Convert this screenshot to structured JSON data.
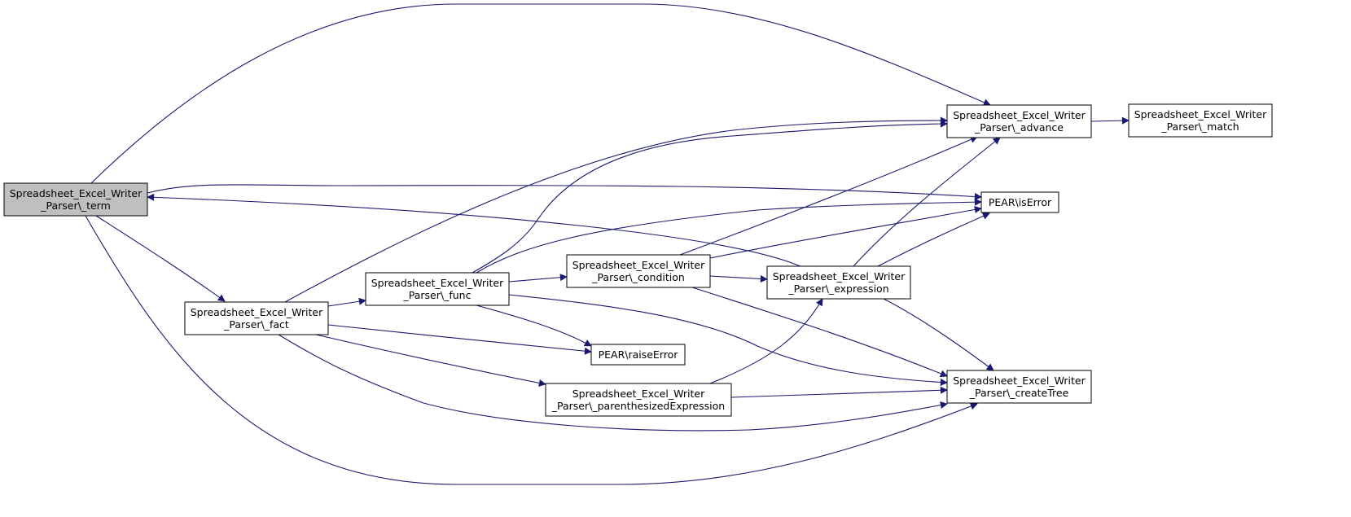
{
  "colors": {
    "edge": "#191970",
    "node_fill": "#ffffff",
    "root_fill": "#bfbfbf",
    "border": "#000000"
  },
  "nodes": [
    {
      "id": "term",
      "lines": [
        "Spreadsheet_Excel_Writer",
        "_Parser\\_term"
      ],
      "root": true
    },
    {
      "id": "fact",
      "lines": [
        "Spreadsheet_Excel_Writer",
        "_Parser\\_fact"
      ]
    },
    {
      "id": "func",
      "lines": [
        "Spreadsheet_Excel_Writer",
        "_Parser\\_func"
      ]
    },
    {
      "id": "condition",
      "lines": [
        "Spreadsheet_Excel_Writer",
        "_Parser\\_condition"
      ]
    },
    {
      "id": "expression",
      "lines": [
        "Spreadsheet_Excel_Writer",
        "_Parser\\_expression"
      ]
    },
    {
      "id": "parenthesized",
      "lines": [
        "Spreadsheet_Excel_Writer",
        "_Parser\\_parenthesizedExpression"
      ]
    },
    {
      "id": "advance",
      "lines": [
        "Spreadsheet_Excel_Writer",
        "_Parser\\_advance"
      ]
    },
    {
      "id": "match",
      "lines": [
        "Spreadsheet_Excel_Writer",
        "_Parser\\_match"
      ]
    },
    {
      "id": "iserror",
      "lines": [
        "PEAR\\isError"
      ]
    },
    {
      "id": "raiseerror",
      "lines": [
        "PEAR\\raiseError"
      ]
    },
    {
      "id": "createtree",
      "lines": [
        "Spreadsheet_Excel_Writer",
        "_Parser\\_createTree"
      ]
    }
  ],
  "edges": [
    {
      "from": "term",
      "to": "advance"
    },
    {
      "from": "term",
      "to": "iserror"
    },
    {
      "from": "term",
      "to": "fact"
    },
    {
      "from": "term",
      "to": "createtree"
    },
    {
      "from": "fact",
      "to": "advance"
    },
    {
      "from": "fact",
      "to": "func"
    },
    {
      "from": "fact",
      "to": "raiseerror"
    },
    {
      "from": "fact",
      "to": "parenthesized"
    },
    {
      "from": "fact",
      "to": "createtree"
    },
    {
      "from": "func",
      "to": "advance"
    },
    {
      "from": "func",
      "to": "iserror"
    },
    {
      "from": "func",
      "to": "condition"
    },
    {
      "from": "func",
      "to": "raiseerror"
    },
    {
      "from": "func",
      "to": "createtree"
    },
    {
      "from": "condition",
      "to": "advance"
    },
    {
      "from": "condition",
      "to": "iserror"
    },
    {
      "from": "condition",
      "to": "expression"
    },
    {
      "from": "condition",
      "to": "createtree"
    },
    {
      "from": "expression",
      "to": "term"
    },
    {
      "from": "expression",
      "to": "advance"
    },
    {
      "from": "expression",
      "to": "iserror"
    },
    {
      "from": "expression",
      "to": "createtree"
    },
    {
      "from": "parenthesized",
      "to": "expression"
    },
    {
      "from": "parenthesized",
      "to": "createtree"
    },
    {
      "from": "advance",
      "to": "match"
    }
  ]
}
